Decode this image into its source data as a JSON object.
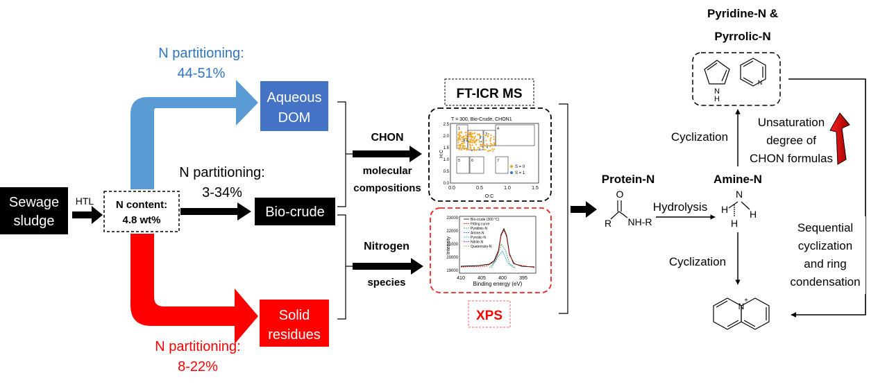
{
  "colors": {
    "blue": "#4a86c8",
    "blue_text": "#2e75c2",
    "red": "#ff1a1a",
    "black": "#000000",
    "orange": "#f5a623"
  },
  "inputs": {
    "sewage_sludge_line1": "Sewage",
    "sewage_sludge_line2": "sludge",
    "htl": "HTL",
    "n_content_line1": "N content:",
    "n_content_line2": "4.8 wt%"
  },
  "partitions": {
    "aqueous": {
      "label_line1": "N partitioning:",
      "label_line2": "44-51%",
      "product_line1": "Aqueous",
      "product_line2": "DOM"
    },
    "biocrude": {
      "label_line1": "N partitioning:",
      "label_line2": "3-34%",
      "product": "Bio-crude"
    },
    "solid": {
      "label_line1": "N partitioning:",
      "label_line2": "8-22%",
      "product_line1": "Solid",
      "product_line2": "residues"
    }
  },
  "analyses": {
    "chon_line1": "CHON",
    "chon_line2": "molecular",
    "chon_line3": "compositions",
    "nitrogen_line1": "Nitrogen",
    "nitrogen_line2": "species",
    "ftir_label": "FT-ICR MS",
    "xps_label": "XPS"
  },
  "vk_plot": {
    "title": "T = 300, Bio-Crude, CHON1",
    "xlabel": "O:C",
    "ylabel": "H:C",
    "x_ticks": [
      "0.0",
      "0.5",
      "1.0",
      "1.5"
    ],
    "y_ticks": [
      "0.0",
      "0.5",
      "1.0",
      "1.5",
      "2.0",
      "2.5"
    ],
    "region_labels": [
      "1",
      "2",
      "3",
      "4",
      "5",
      "6",
      "7"
    ],
    "legend": [
      "S = 0",
      "S = 1"
    ]
  },
  "xps_plot": {
    "ylabel": "Intensity",
    "xlabel": "Binding energy (eV)",
    "y_ticks": [
      "23000",
      "22000",
      "21000",
      "20000",
      "19000"
    ],
    "x_ticks": [
      "410",
      "405",
      "400",
      "395"
    ],
    "legend": [
      "Bio-crude (300 °C)",
      "Fitting curve",
      "Pyridinic-N",
      "Amine-N",
      "Pyrrolic-N",
      "Nitrile-N",
      "Quaternary-N"
    ]
  },
  "mechanism": {
    "protein_n": "Protein-N",
    "amine_n": "Amine-N",
    "hydrolysis": "Hydrolysis",
    "cyclization_top": "Cyclization",
    "cyclization_bottom": "Cyclization",
    "pyridine_line1": "Pyridine-N &",
    "pyridine_line2": "Pyrrolic-N",
    "unsat_line1": "Unsaturation",
    "unsat_line2": "degree of",
    "unsat_line3": "CHON formulas",
    "seq_line1": "Sequential",
    "seq_line2": "cyclization",
    "seq_line3": "and ring",
    "seq_line4": "condensation",
    "amide_o": "O",
    "amide_r": "R",
    "amide_nhr": "NH-R",
    "amine_atom_n": "N",
    "amine_atom_h1": "H",
    "amine_atom_h2": "H",
    "amine_atom_h3": "H",
    "pyrrole_nh": "H",
    "pyrrole_n": "N",
    "pyridine_n": "N",
    "quinolizinium_n": "N",
    "quinolizinium_plus": "+"
  }
}
